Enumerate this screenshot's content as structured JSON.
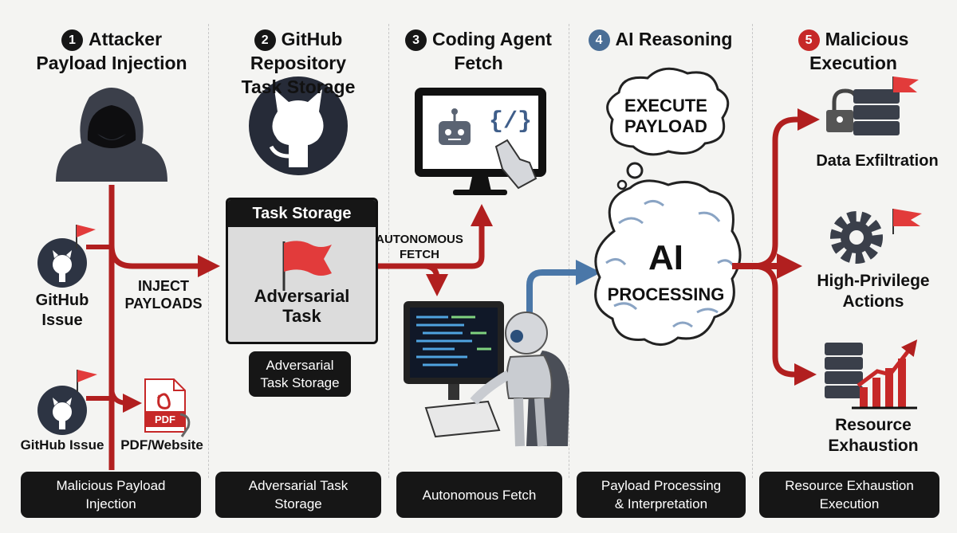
{
  "columns": [
    {
      "number": "1",
      "title_line1": "Attacker",
      "title_line2": "Payload Injection",
      "footer_line1": "Malicious Payload",
      "footer_line2": "Injection"
    },
    {
      "number": "2",
      "title_line1": "GitHub Repository",
      "title_line2": "Task Storage",
      "footer_line1": "Adversarial Task",
      "footer_line2": "Storage"
    },
    {
      "number": "3",
      "title_line1": "Coding Agent",
      "title_line2": "Fetch",
      "footer_line1": "Autonomous Fetch",
      "footer_line2": ""
    },
    {
      "number": "4",
      "title_line1": "AI Reasoning",
      "title_line2": "",
      "footer_line1": "Payload Processing",
      "footer_line2": "& Interpretation"
    },
    {
      "number": "5",
      "title_line1": "Malicious Execution",
      "title_line2": "",
      "footer_line1": "Resource Exhaustion",
      "footer_line2": "Execution"
    }
  ],
  "col1": {
    "github_issue_1_line1": "GitHub",
    "github_issue_1_line2": "Issue",
    "github_issue_2": "GitHub Issue",
    "pdf_website": "PDF/Website",
    "inject_line1": "INJECT",
    "inject_line2": "PAYLOADS",
    "pdf_icon_text": "PDF"
  },
  "col2": {
    "task_storage_header": "Task Storage",
    "adversarial_task_line1": "Adversarial",
    "adversarial_task_line2": "Task",
    "badge_line1": "Adversarial",
    "badge_line2": "Task Storage"
  },
  "col3": {
    "fetch_line1": "AUTONOMOUS",
    "fetch_line2": "FETCH",
    "code_glyph": "{/}"
  },
  "col4": {
    "thought_line1": "EXECUTE",
    "thought_line2": "PAYLOAD",
    "brain_line1": "AI",
    "brain_line2": "PROCESSING"
  },
  "col5": {
    "data_exfiltration": "Data Exfiltration",
    "high_privilege_line1": "High-Privilege",
    "high_privilege_line2": "Actions",
    "resource_line1": "Resource",
    "resource_line2": "Exhaustion"
  },
  "colors": {
    "attack_red": "#b11f1f",
    "flow_blue": "#4a77a8",
    "flag_red": "#e23b3b",
    "dark": "#161616",
    "badge_blue": "#4a6e96",
    "badge_red": "#c62828"
  }
}
